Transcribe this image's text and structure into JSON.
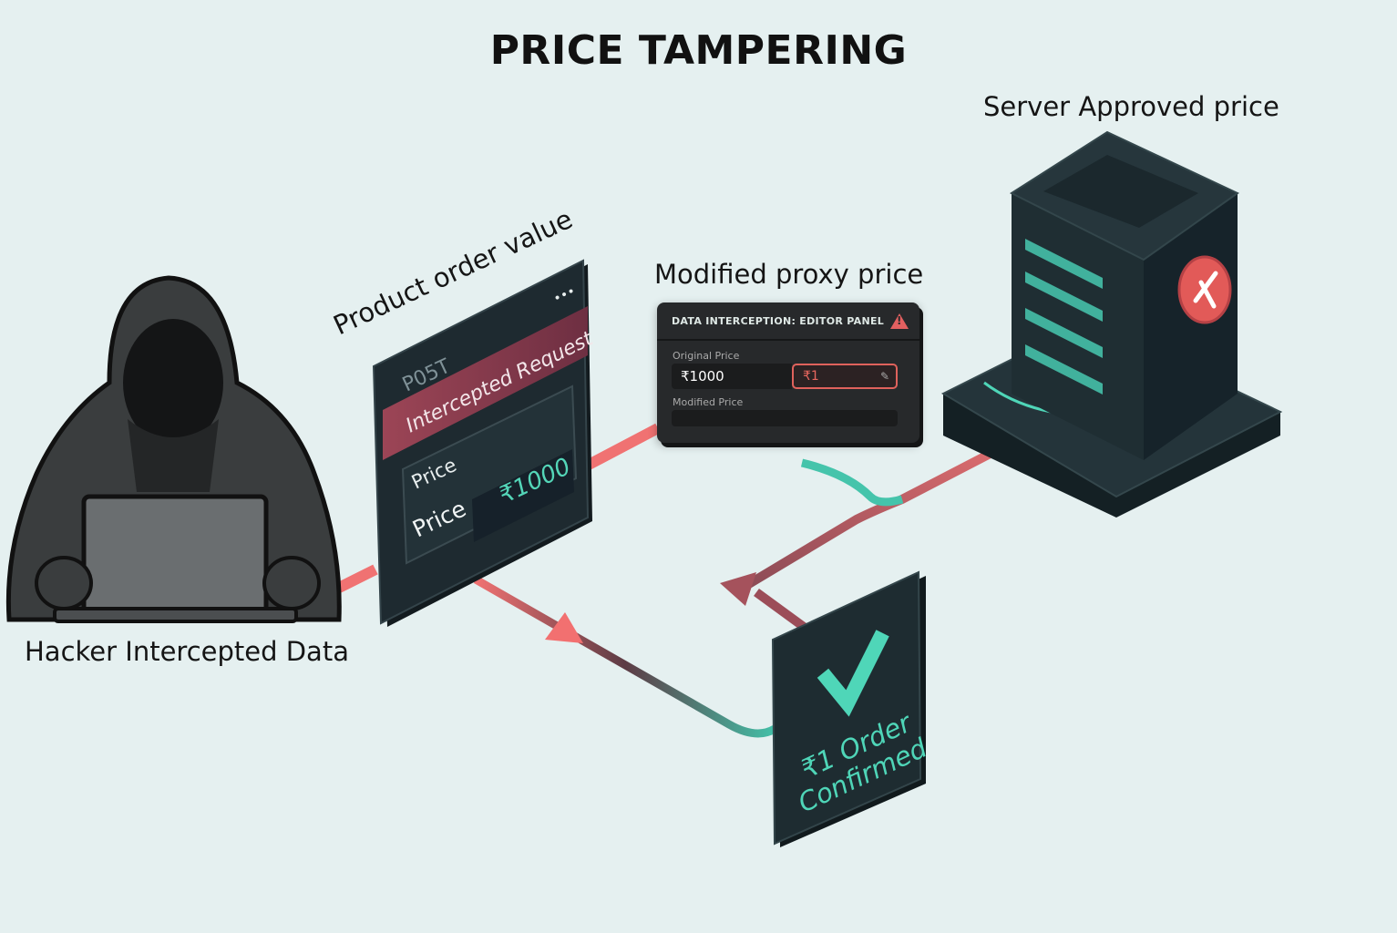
{
  "title": "PRICE TAMPERING",
  "labels": {
    "hacker": "Hacker Intercepted Data",
    "product_order": "Product order value",
    "modified_proxy": "Modified proxy price",
    "server_approved": "Server Approved price"
  },
  "request_card": {
    "method": "P05T",
    "banner": "Intercepted Request",
    "field1": "Price",
    "field2": "Price",
    "value": "₹1000",
    "menu": "•••"
  },
  "editor_panel": {
    "title": "DATA INTERCEPTION: EDITOR PANEL",
    "original_label": "Original Price",
    "original_value": "₹1000",
    "edited_value": "₹1",
    "modified_label": "Modified Price",
    "modified_value": ""
  },
  "confirm_card": {
    "line1": "₹1 Order",
    "line2": "Confirmed"
  },
  "colors": {
    "background": "#e5f0f0",
    "accent_red": "#f07070",
    "accent_teal": "#4fd6b8",
    "dark": "#1c2a2e"
  }
}
